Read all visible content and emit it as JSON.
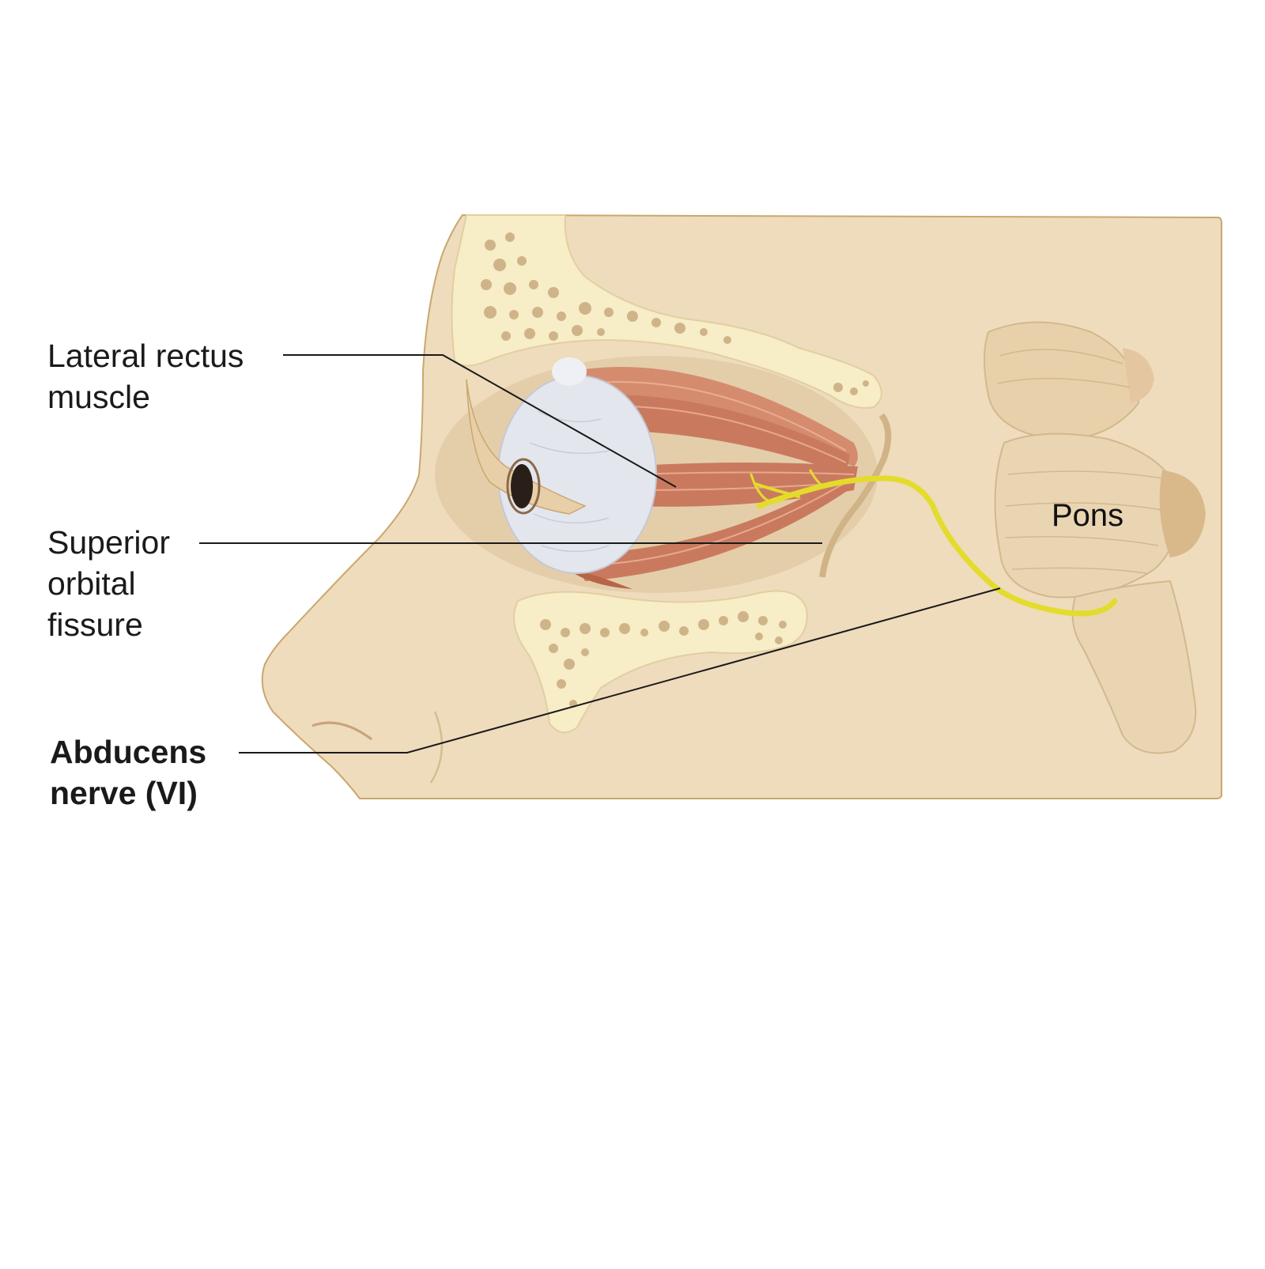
{
  "figure": {
    "subject": "Abducens nerve (VI) pathway",
    "colors": {
      "background": "#ffffff",
      "skin": "#eedcbc",
      "skin_outline": "#c8a86f",
      "bone": "#f7edc6",
      "bone_pores": "#cfb48a",
      "muscle": "#c97a5e",
      "muscle_light": "#e7a488",
      "eyeball": "#e4e6ee",
      "nerve": "#e3dc2c",
      "brainstem": "#e8d0ab",
      "leader_line": "#1a1a1a"
    }
  },
  "labels": {
    "lateral_rectus": "Lateral rectus\nmuscle",
    "superior_orbital_fissure": "Superior\norbital\nfissure",
    "abducens_nerve": "Abducens\nnerve (VI)",
    "pons": "Pons"
  }
}
